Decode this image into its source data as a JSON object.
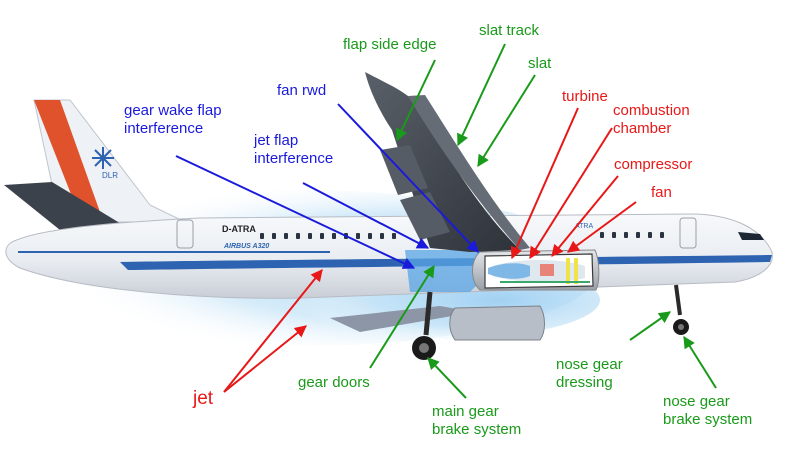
{
  "colors": {
    "blue": "#1a1adc",
    "green": "#1a9a1a",
    "red": "#e81818",
    "fuselage": "#eef1f5",
    "tail_stripe": "#e0522c",
    "livery_blue": "#2d63b0",
    "wing": "#3f444d"
  },
  "aircraft": {
    "registration": "D-ATRA",
    "model_text": "AIRBUS A320",
    "tail_text": "DLR",
    "nose_text": "ATRA"
  },
  "labels": {
    "flap_side_edge": "flap side edge",
    "slat_track": "slat track",
    "slat": "slat",
    "fan_rwd": "fan rwd",
    "gear_wake_flap": [
      "gear wake flap",
      "interference"
    ],
    "jet_flap": [
      "jet flap",
      "interference"
    ],
    "turbine": "turbine",
    "combustion_chamber": [
      "combustion",
      "chamber"
    ],
    "compressor": "compressor",
    "fan": "fan",
    "jet": "jet",
    "gear_doors": "gear doors",
    "main_gear_brake": [
      "main gear",
      "brake system"
    ],
    "nose_gear_dressing": [
      "nose gear",
      "dressing"
    ],
    "nose_gear_brake": [
      "nose gear",
      "brake system"
    ]
  }
}
